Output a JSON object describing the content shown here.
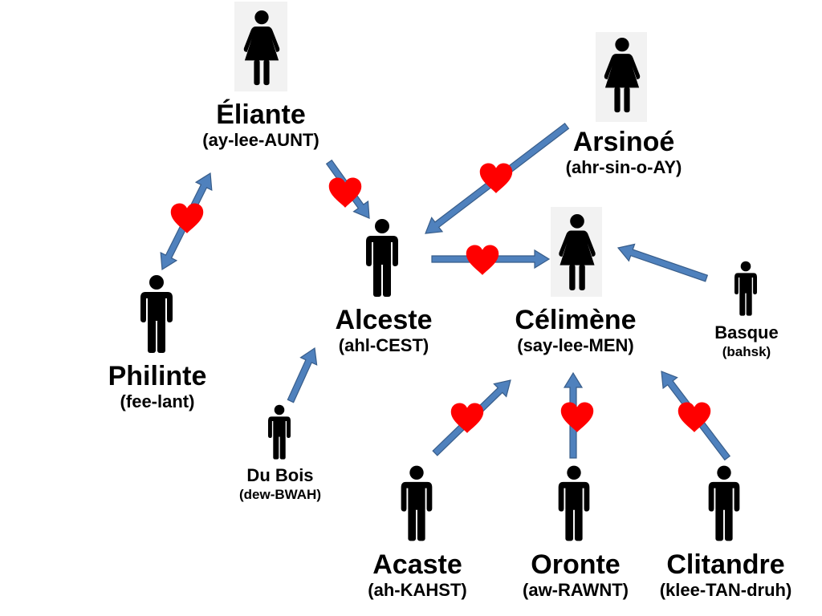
{
  "colors": {
    "arrow": "#4f81bd",
    "arrow_outline": "#385d8a",
    "heart": "#ff0000",
    "figure": "#000000"
  },
  "characters": [
    {
      "id": "eliante",
      "name": "Éliante",
      "pronunciation": "(ay-lee-AUNT)",
      "icon": "woman-icon"
    },
    {
      "id": "arsinoe",
      "name": "Arsinoé",
      "pronunciation": "(ahr-sin-o-AY)",
      "icon": "woman-icon"
    },
    {
      "id": "philinte",
      "name": "Philinte",
      "pronunciation": "(fee-lant)",
      "icon": "man-icon"
    },
    {
      "id": "alceste",
      "name": "Alceste",
      "pronunciation": "(ahl-CEST)",
      "icon": "man-icon"
    },
    {
      "id": "celimene",
      "name": "Célimène",
      "pronunciation": "(say-lee-MEN)",
      "icon": "woman-icon"
    },
    {
      "id": "basque",
      "name": "Basque",
      "pronunciation": "(bahsk)",
      "icon": "man-icon"
    },
    {
      "id": "dubois",
      "name": "Du Bois",
      "pronunciation": "(dew-BWAH)",
      "icon": "man-icon"
    },
    {
      "id": "acaste",
      "name": "Acaste",
      "pronunciation": "(ah-KAHST)",
      "icon": "man-icon"
    },
    {
      "id": "oronte",
      "name": "Oronte",
      "pronunciation": "(aw-RAWNT)",
      "icon": "man-icon"
    },
    {
      "id": "clitandre",
      "name": "Clitandre",
      "pronunciation": "(klee-TAN-druh)",
      "icon": "man-icon"
    }
  ],
  "relationships": [
    {
      "from": "eliante",
      "to": "alceste",
      "love": true
    },
    {
      "from": "eliante",
      "to": "philinte",
      "love": true,
      "bidirectional": true
    },
    {
      "from": "arsinoe",
      "to": "alceste",
      "love": true
    },
    {
      "from": "alceste",
      "to": "celimene",
      "love": true
    },
    {
      "from": "basque",
      "to": "celimene",
      "love": false
    },
    {
      "from": "dubois",
      "to": "alceste",
      "love": false
    },
    {
      "from": "acaste",
      "to": "celimene",
      "love": true
    },
    {
      "from": "oronte",
      "to": "celimene",
      "love": true
    },
    {
      "from": "clitandre",
      "to": "celimene",
      "love": true
    }
  ]
}
